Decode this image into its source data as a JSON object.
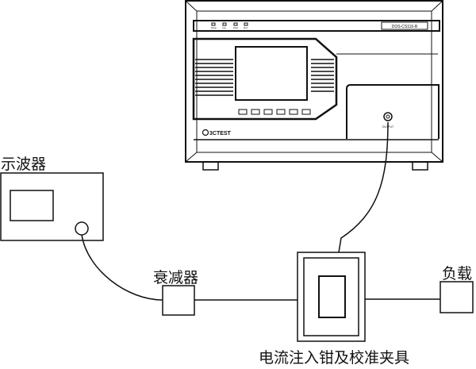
{
  "device": {
    "indicators": [
      "Power",
      "Line",
      "Pulse",
      "Error"
    ],
    "model": "DOS-CS116-B",
    "brand": "3CTEST",
    "output_label": "OUTPUT"
  },
  "labels": {
    "oscilloscope": "示波器",
    "attenuator": "衰减器",
    "load": "负载",
    "clamp": "电流注入钳及校准夹具"
  }
}
